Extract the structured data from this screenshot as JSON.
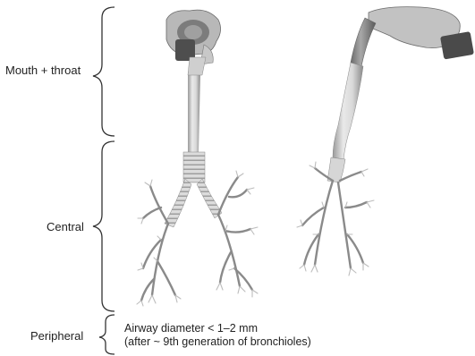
{
  "regions": [
    {
      "id": "mouth-throat",
      "label": "Mouth + throat"
    },
    {
      "id": "central",
      "label": "Central"
    },
    {
      "id": "peripheral",
      "label": "Peripheral"
    }
  ],
  "peripheral_note": {
    "line1": "Airway diameter < 1–2 mm",
    "line2": "(after ~ 9th generation of bronchioles)"
  },
  "colors": {
    "text": "#222222",
    "bracket": "#333333",
    "model_light": "#e6e6e6",
    "model_mid": "#bdbdbd",
    "model_dark": "#6e6e6e"
  }
}
